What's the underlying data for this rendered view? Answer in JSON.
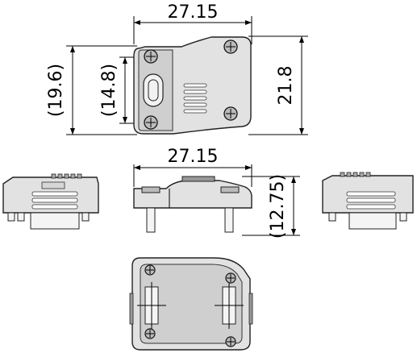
{
  "dimensions": {
    "top_width": "27.15",
    "outer_height": "(19.6)",
    "inner_height": "(14.8)",
    "overall_height": "21.8",
    "front_width": "27.15",
    "front_height": "(12.75)"
  },
  "colors": {
    "body": "#e2e2e2",
    "inner": "#cfcfcf",
    "line": "#000000"
  }
}
